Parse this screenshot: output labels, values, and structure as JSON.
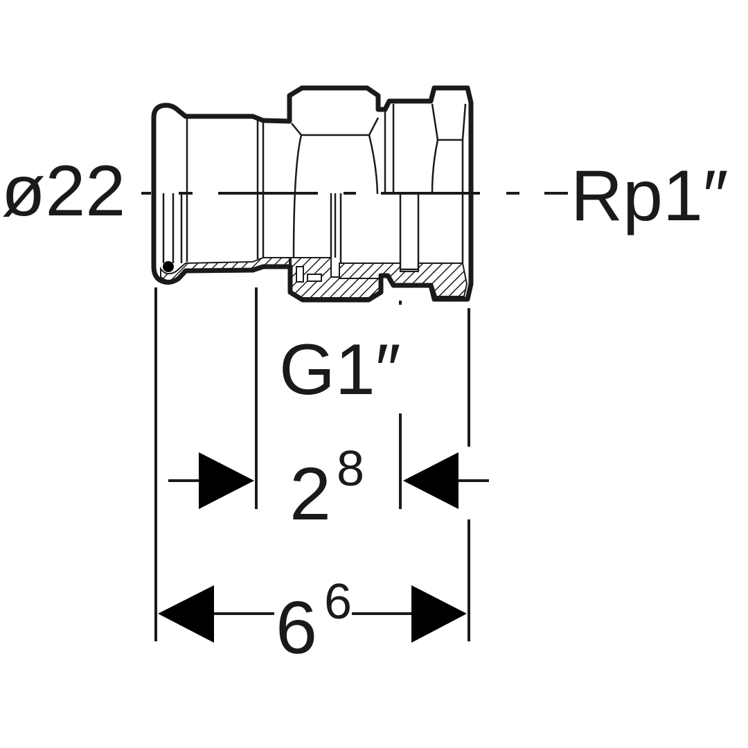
{
  "drawing": {
    "pipe_diameter_label": "ø22",
    "female_thread_label": "Rp1″",
    "male_thread_label": "G1″",
    "insertion_depth": {
      "main": "2",
      "superscript": "8"
    },
    "overall_length": {
      "main": "6",
      "superscript": "6"
    }
  },
  "colors": {
    "ink": "#1a1a1a",
    "background": "#ffffff"
  }
}
